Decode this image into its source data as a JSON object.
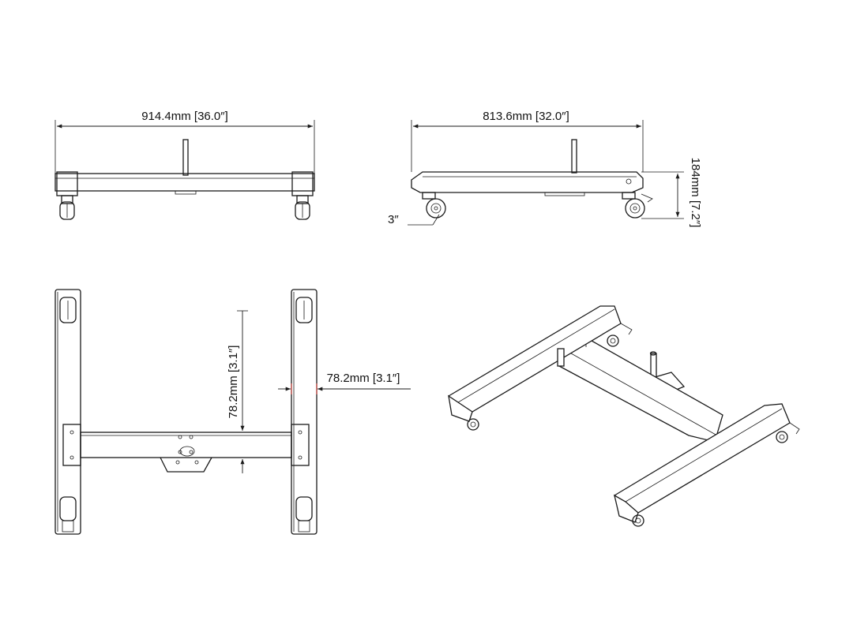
{
  "dimensions": {
    "front_width": "914.4mm [36.0″]",
    "side_width": "813.6mm [32.0″]",
    "side_height": "184mm [7.2″]",
    "caster_size": "3″",
    "top_vertical": "78.2mm [3.1″]",
    "top_horizontal": "78.2mm [3.1″]"
  },
  "colors": {
    "line": "#1a1a1a",
    "accent": "#d0342c"
  }
}
